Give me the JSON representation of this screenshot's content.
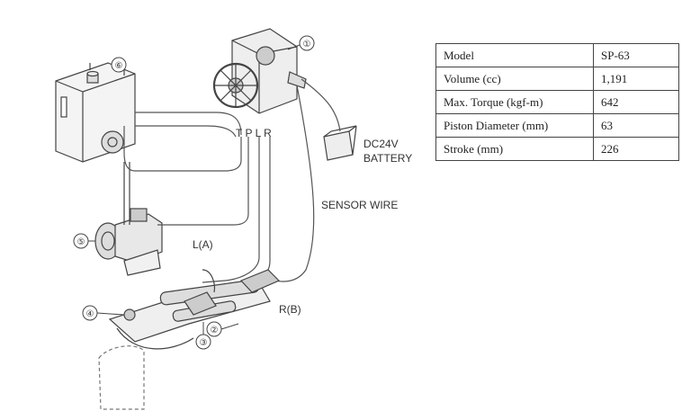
{
  "labels": {
    "ports": "T P L R",
    "battery_voltage": "DC24V",
    "battery": "BATTERY",
    "sensor_wire": "SENSOR WIRE",
    "port_l": "L(A)",
    "port_r": "R(B)"
  },
  "callouts": [
    "①",
    "②",
    "③",
    "④",
    "⑤",
    "⑥"
  ],
  "spec_table": [
    {
      "key": "Model",
      "value": "SP-63"
    },
    {
      "key": "Volume (cc)",
      "value": "1,191"
    },
    {
      "key": "Max. Torque (kgf-m)",
      "value": "642"
    },
    {
      "key": "Piston Diameter (mm)",
      "value": "63"
    },
    {
      "key": "Stroke (mm)",
      "value": "226"
    }
  ]
}
